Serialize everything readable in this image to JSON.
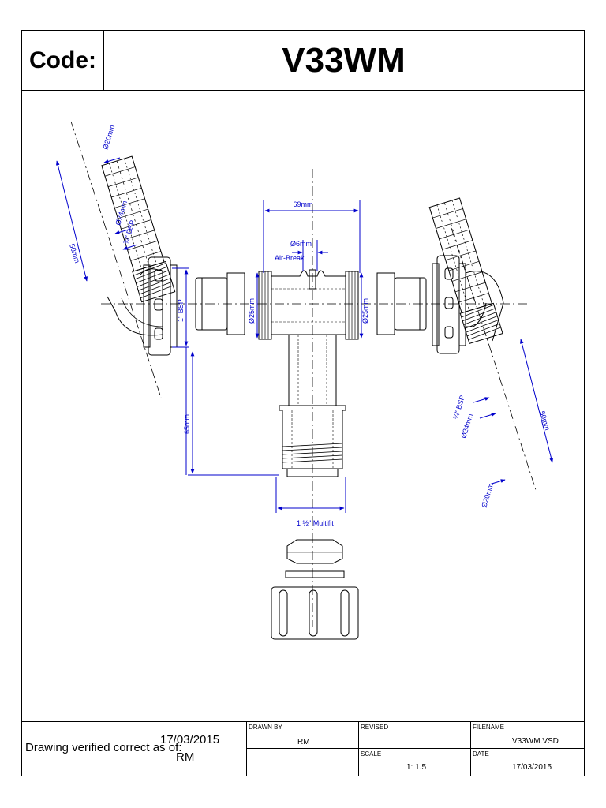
{
  "header": {
    "code_label": "Code:",
    "code_value": "V33WM"
  },
  "dimensions": {
    "dia20_left": "Ø20mm",
    "dia24_left": "Ø24mm",
    "bsp_left": "¾\" BSP",
    "len50_left": "50mm",
    "width69": "69mm",
    "dia6": "Ø6mm",
    "airbreak": "Air-Break",
    "bsp1": "1\" BSP",
    "dia25_left": "Ø25mm",
    "dia25_right": "Ø25mm",
    "height65": "65mm",
    "multifit": "1 ½\" Multifit",
    "bsp_right": "¾\" BSP",
    "dia24_right": "Ø24mm",
    "len50_right": "50mm",
    "dia20_right": "Ø20mm"
  },
  "footer": {
    "verified_label": "Drawing verified correct as of:",
    "verified_date": "17/03/2015",
    "verified_by": "RM",
    "drawn_by_label": "DRAWN BY",
    "drawn_by_value": "RM",
    "revised_label": "REVISED",
    "revised_value": "",
    "filename_label": "FILENAME",
    "filename_value": "V33WM.VSD",
    "scale_label": "SCALE",
    "scale_value": "1: 1.5",
    "date_label": "DATE",
    "date_value": "17/03/2015"
  },
  "colors": {
    "dimension": "#0000cc",
    "line": "#000000"
  }
}
